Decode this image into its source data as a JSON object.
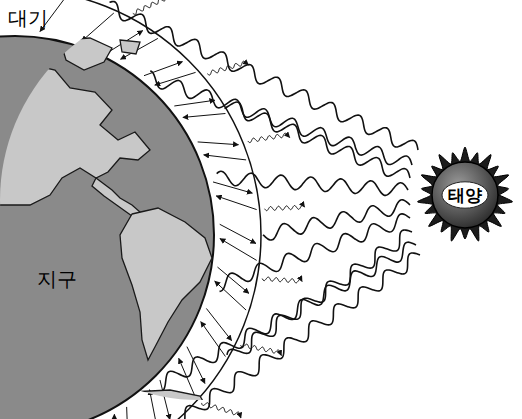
{
  "diagram": {
    "nodes": [
      {
        "text": [
          "대기"
        ]
      },
      {
        "text": [
          "지구"
        ],
        "in": 0
      },
      {
        "text": [
          "태양"
        ]
      }
    ]
  }
}
